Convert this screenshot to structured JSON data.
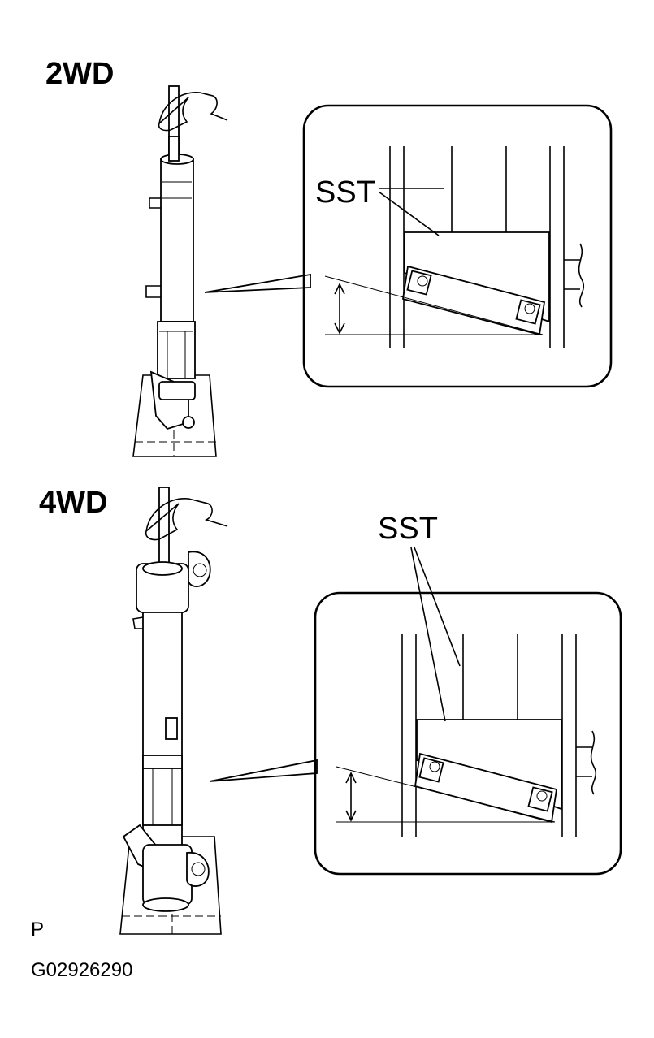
{
  "sections": {
    "top": {
      "heading": "2WD",
      "callout": "SST"
    },
    "bottom": {
      "heading": "4WD",
      "callout": "SST"
    }
  },
  "footer": {
    "view_letter": "P",
    "figure_code": "G02926290"
  },
  "colors": {
    "line": "#000000",
    "background": "#ffffff"
  }
}
